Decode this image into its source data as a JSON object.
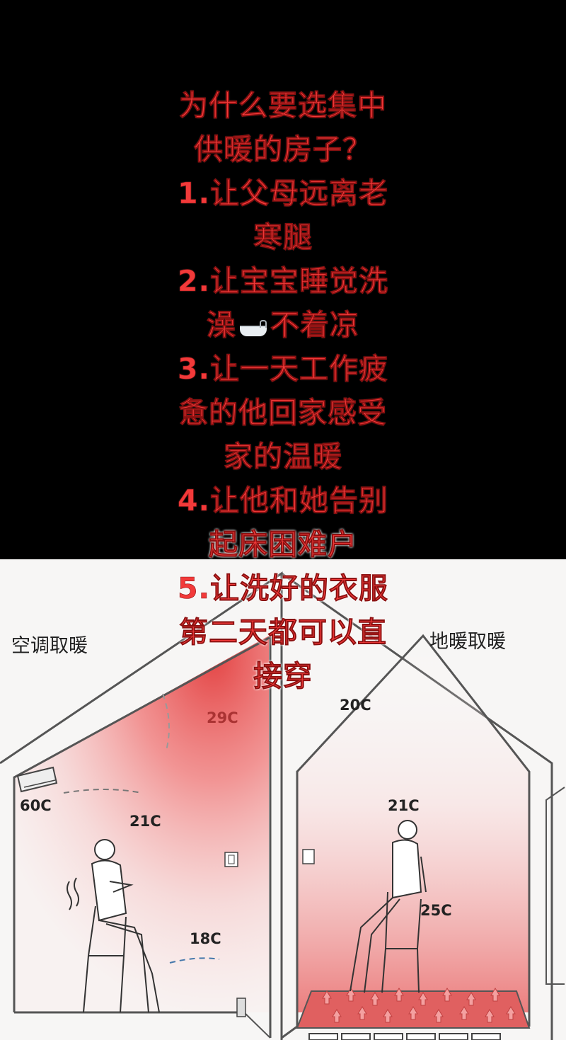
{
  "caption": {
    "lines": [
      "为什么要选集中",
      "供暖的房子？",
      "1.让父母远离老",
      "寒腿",
      "2.让宝宝睡觉洗",
      "澡",
      "不着凉",
      "3.让一天工作疲",
      "惫的他回家感受",
      "家的温暖",
      "4.让他和她告别",
      "起床困难户",
      "5.让洗好的衣服",
      "第二天都可以直",
      "接穿"
    ],
    "emoji_icon": "bathtub-icon",
    "color": "#f23a3a"
  },
  "illustration": {
    "left_room": {
      "label": "空调取暖",
      "temps": {
        "ceiling": "29C",
        "unit": "60C",
        "middle": "21C",
        "floor": "18C"
      }
    },
    "right_room": {
      "label": "地暖取暖",
      "temps": {
        "ceiling": "20C",
        "middle": "21C",
        "floor": "25C"
      }
    },
    "warm_color": "#e84848"
  }
}
